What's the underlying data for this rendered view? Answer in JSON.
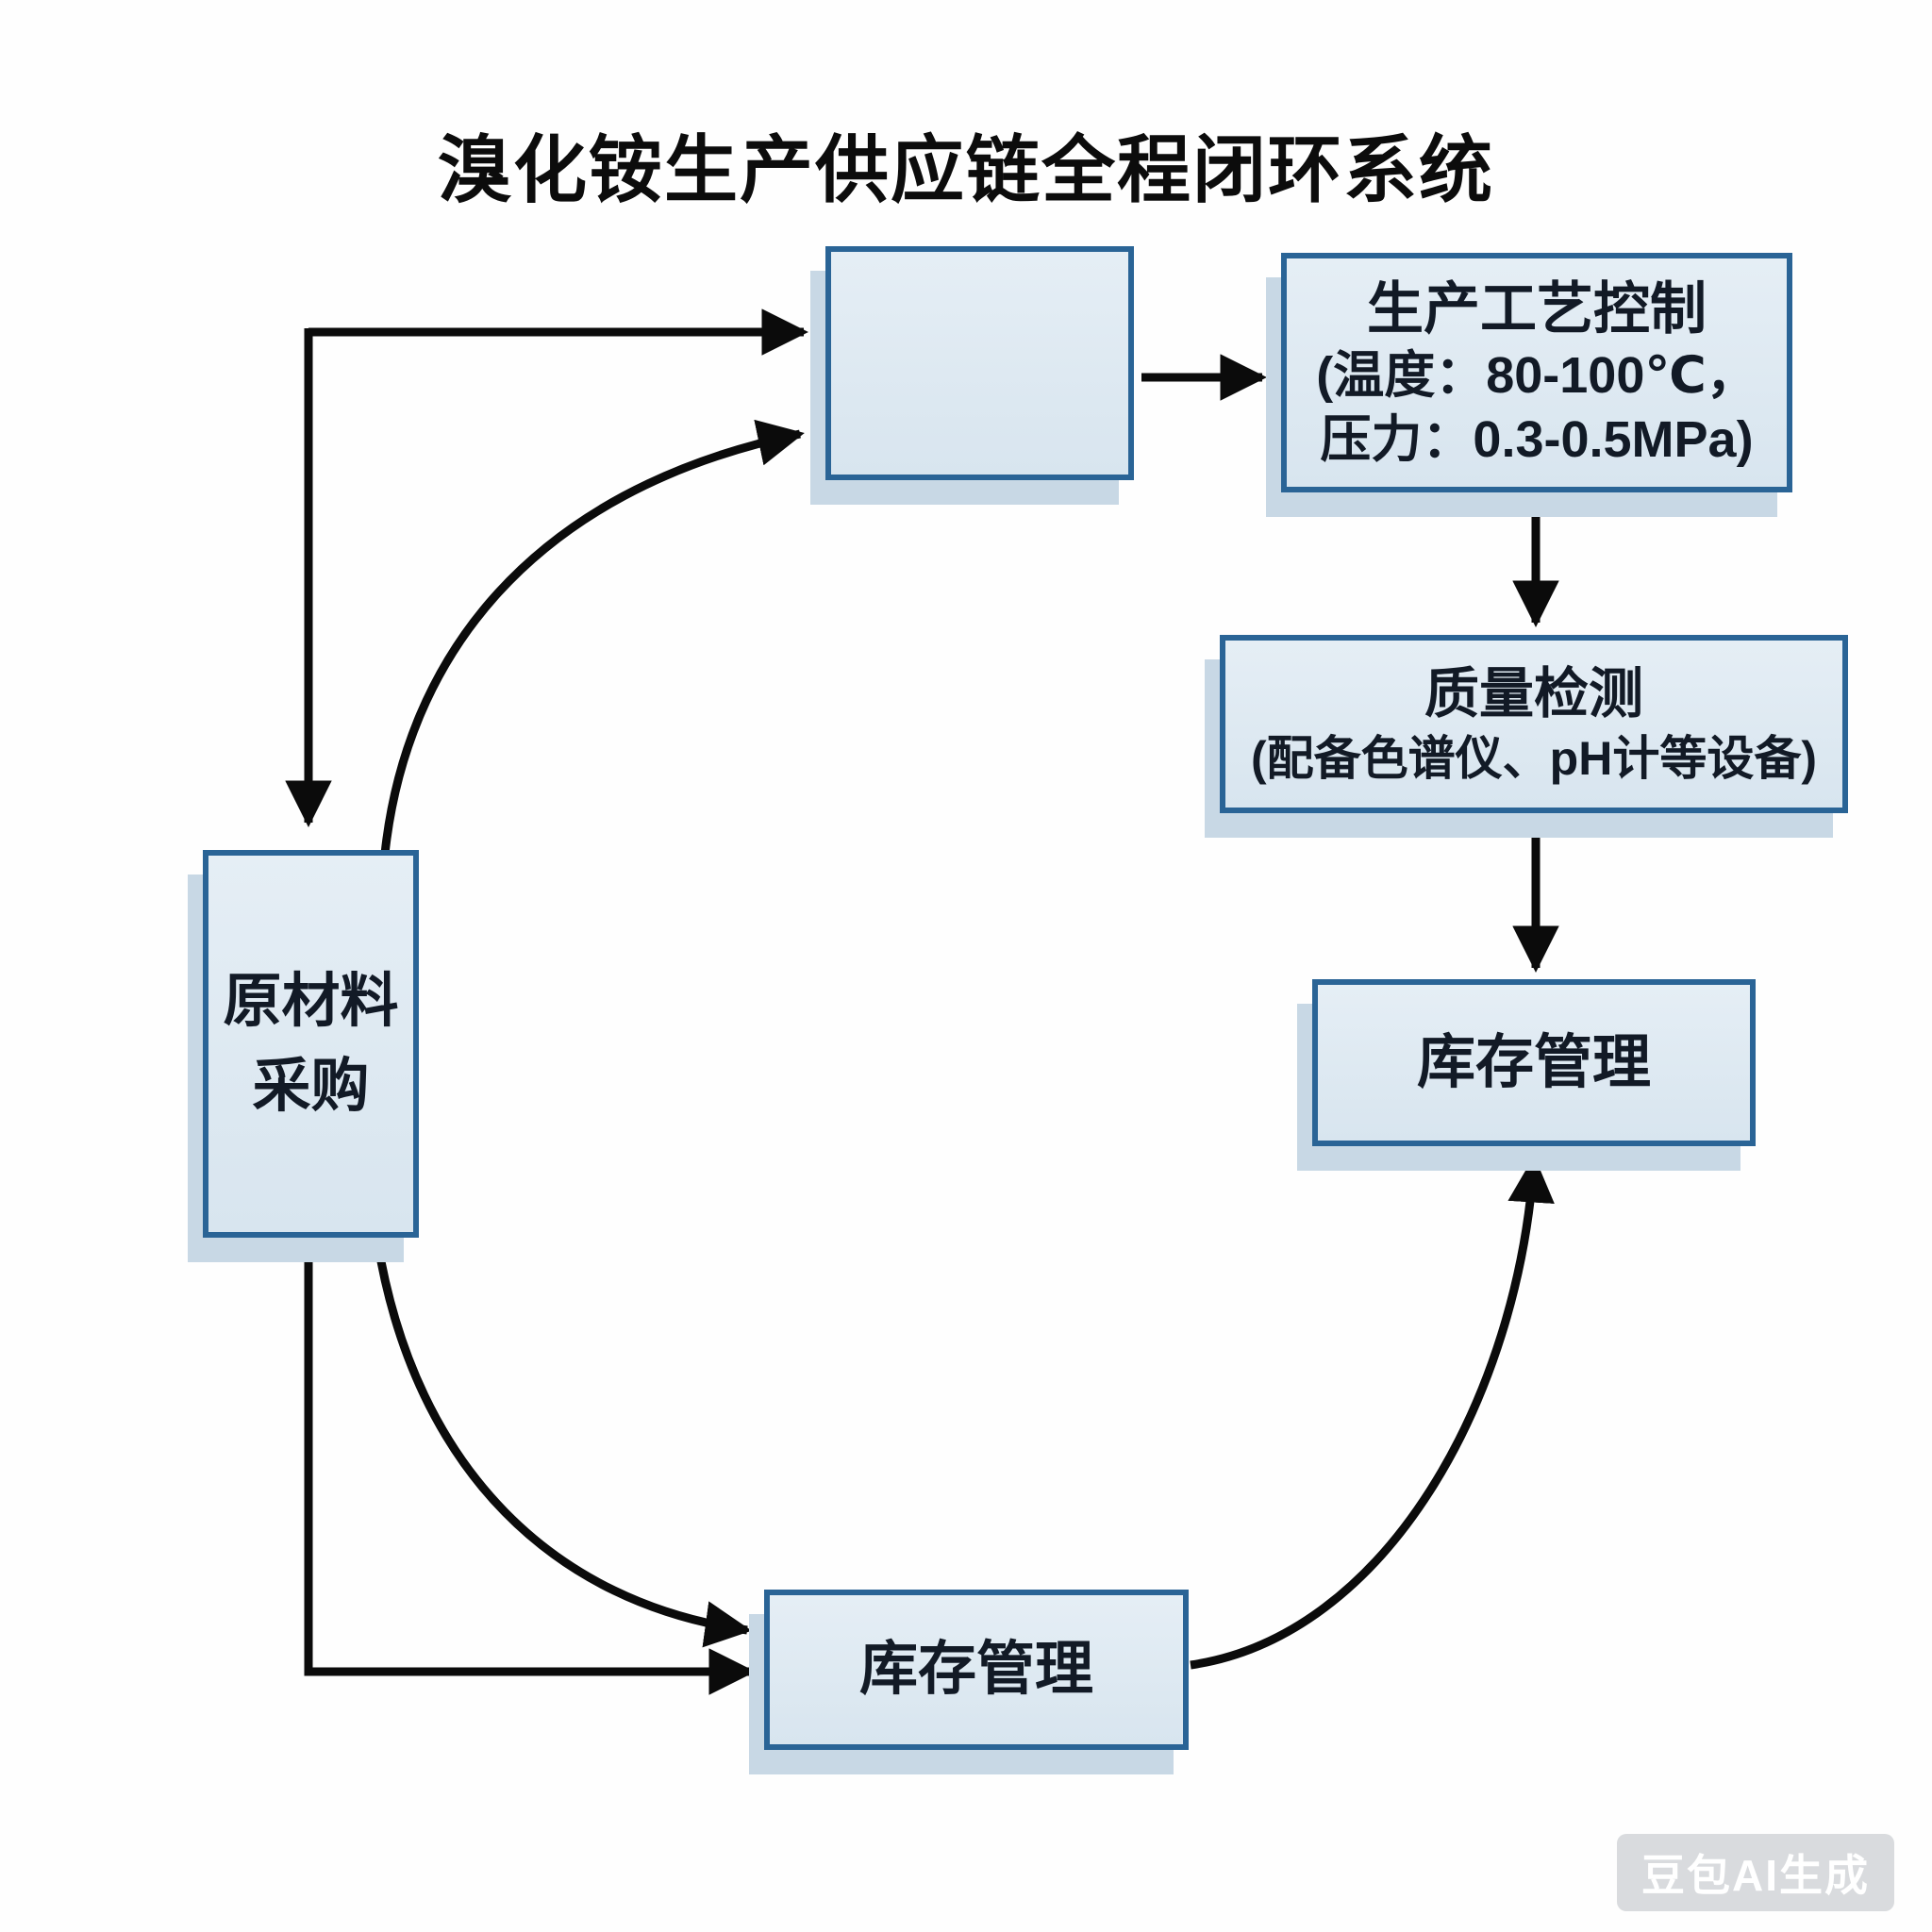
{
  "title": "溴化铵生产供应链全程闭环系统",
  "nodes": {
    "production": {
      "label": ""
    },
    "process_control": {
      "title": "生产工艺控制",
      "line1": "(温度：80-100℃，",
      "line2": "压力：0.3-0.5MPa)"
    },
    "quality_check": {
      "title": "质量检测",
      "subtitle": "(配备色谱仪、pH计等设备)"
    },
    "inventory_right": {
      "label": "库存管理"
    },
    "raw_material": {
      "line1": "原材料",
      "line2": "采购"
    },
    "inventory_bottom": {
      "label": "库存管理"
    }
  },
  "watermark": "豆包AI生成",
  "colors": {
    "box_fill": "#dde9f2",
    "box_border": "#2a6496",
    "box_shadow": "#c8d8e5",
    "arrow": "#0b0b0b",
    "text": "#121a26"
  }
}
